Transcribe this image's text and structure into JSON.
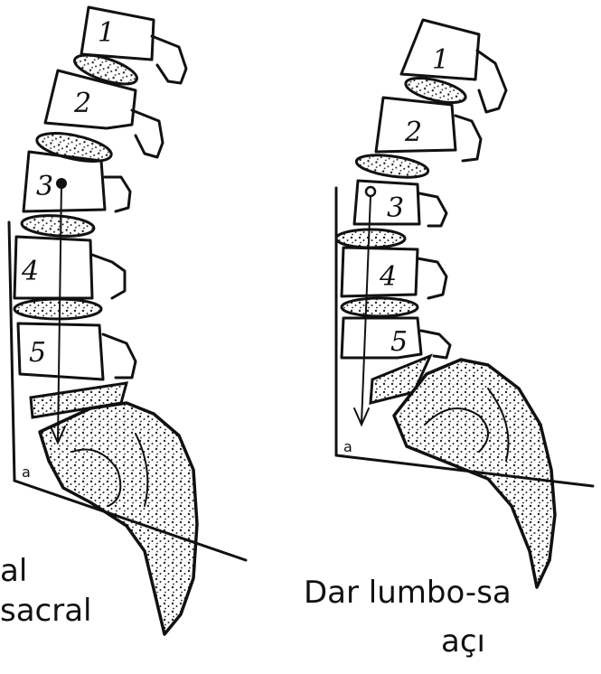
{
  "left_figure": {
    "vertebra_labels": [
      "1",
      "2",
      "3",
      "4",
      "5"
    ],
    "angle_mark": "a",
    "caption_line1": "al",
    "caption_line2": "sacral"
  },
  "right_figure": {
    "vertebra_labels": [
      "1",
      "2",
      "3",
      "4",
      "5"
    ],
    "angle_mark": "a",
    "caption_line1": "Dar lumbo-sa",
    "caption_line2": "açı"
  }
}
